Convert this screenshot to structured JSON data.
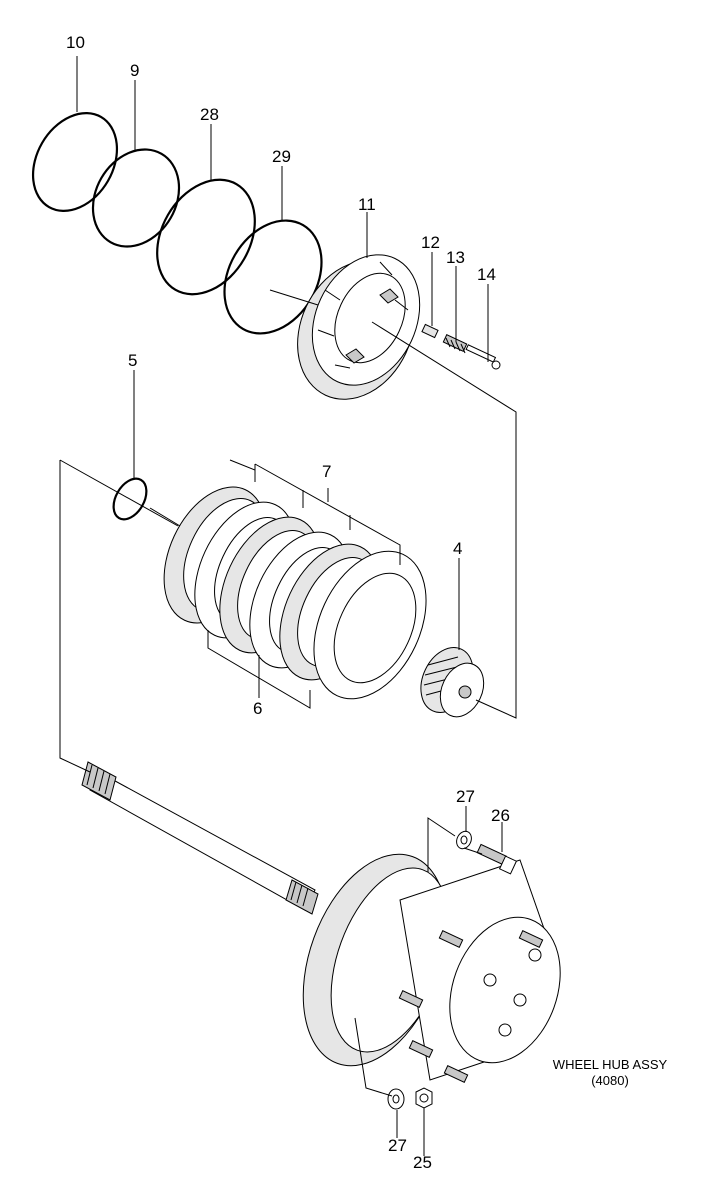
{
  "callouts": {
    "c10": "10",
    "c9": "9",
    "c28": "28",
    "c29": "29",
    "c11": "11",
    "c12": "12",
    "c13": "13",
    "c14": "14",
    "c5": "5",
    "c7": "7",
    "c4": "4",
    "c6": "6",
    "c27a": "27",
    "c26": "26",
    "c27b": "27",
    "c25": "25"
  },
  "caption": {
    "line1": "WHEEL HUB ASSY",
    "line2": "(4080)"
  }
}
